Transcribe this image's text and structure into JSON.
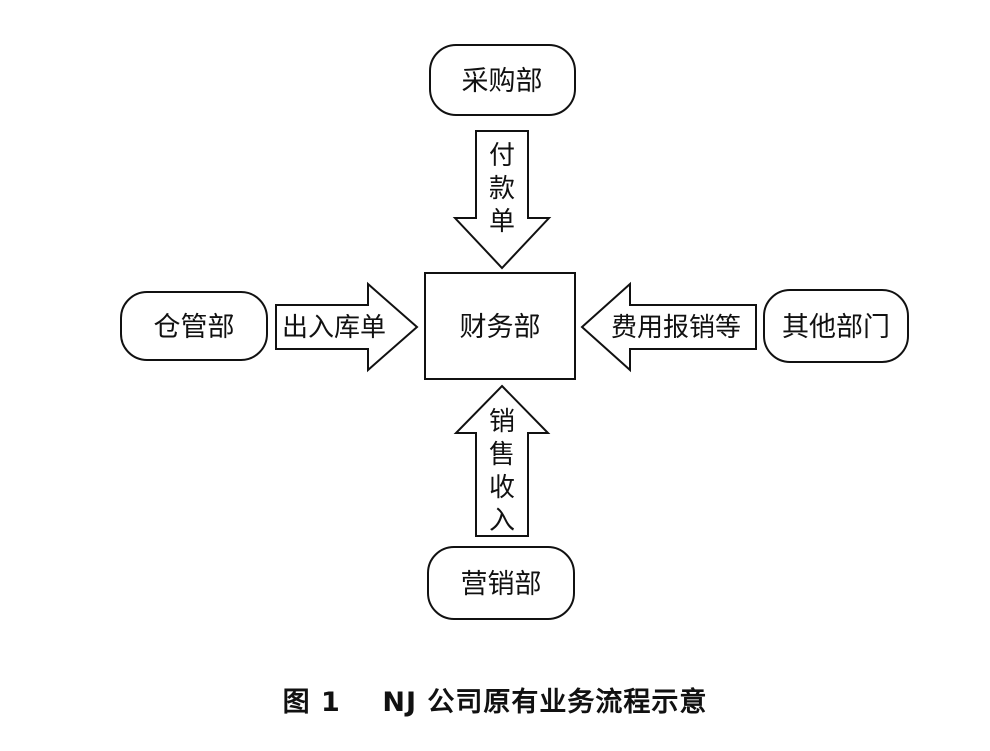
{
  "nodes": {
    "purchasing": "采购部",
    "warehouse": "仓管部",
    "finance": "财务部",
    "other_departments": "其他部门",
    "marketing": "营销部"
  },
  "flows": {
    "payment_slip": [
      "付",
      "款",
      "单"
    ],
    "warehouse_receipt": "出入库单",
    "expense_reimbursement": "费用报销等",
    "sales_revenue": [
      "销",
      "售",
      "收",
      "入"
    ]
  },
  "caption": "图 1    NJ 公司原有业务流程示意"
}
